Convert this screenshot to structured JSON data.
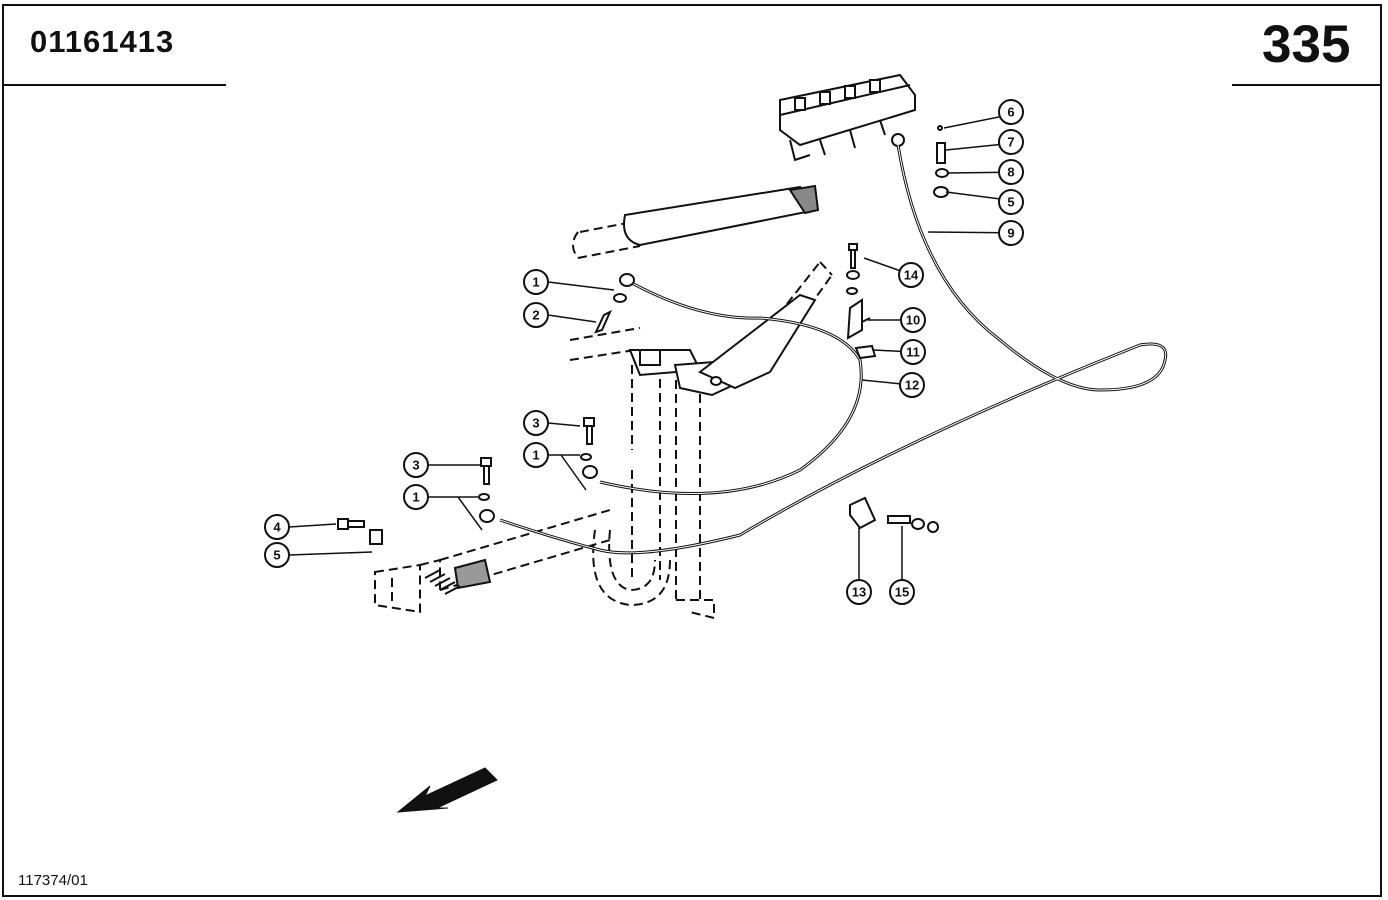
{
  "header": {
    "part_number": "01161413",
    "page_number": "335"
  },
  "footer": {
    "drawing_number": "117374/01"
  },
  "callouts": [
    {
      "label": "6"
    },
    {
      "label": "7"
    },
    {
      "label": "8"
    },
    {
      "label": "5"
    },
    {
      "label": "9"
    },
    {
      "label": "14"
    },
    {
      "label": "10"
    },
    {
      "label": "11"
    },
    {
      "label": "12"
    },
    {
      "label": "1"
    },
    {
      "label": "2"
    },
    {
      "label": "3"
    },
    {
      "label": "1"
    },
    {
      "label": "3"
    },
    {
      "label": "1"
    },
    {
      "label": "4"
    },
    {
      "label": "5"
    },
    {
      "label": "13"
    },
    {
      "label": "15"
    }
  ]
}
